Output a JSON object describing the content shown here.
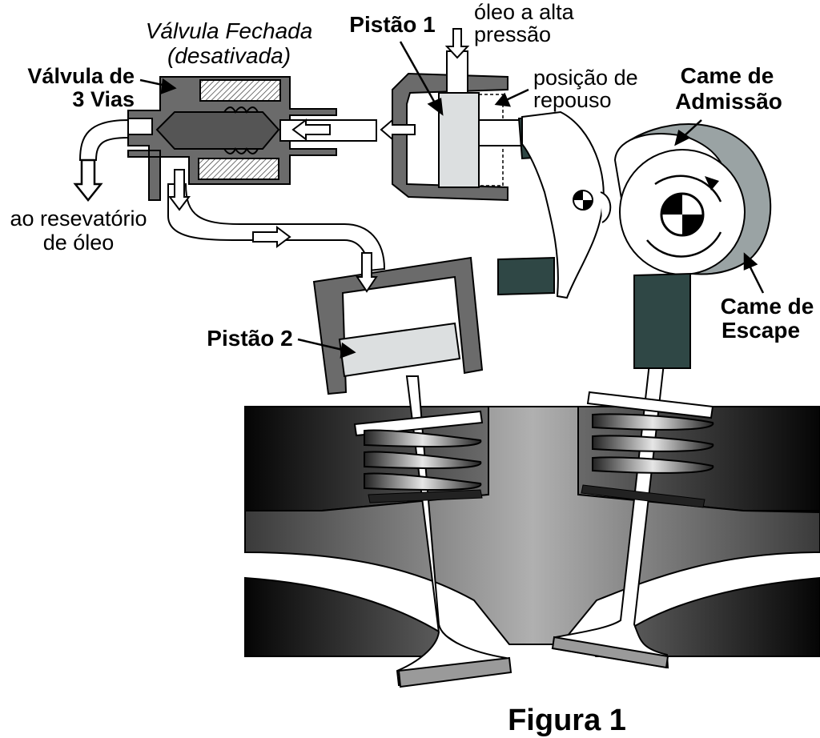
{
  "labels": {
    "valve3_line1": "Válvula de",
    "valve3_line2": "3 Vias",
    "closed_line1": "Válvula Fechada",
    "closed_line2": "(desativada)",
    "piston1": "Pistão 1",
    "oil_line1": "óleo a alta",
    "oil_line2": "pressão",
    "rest_line1": "posição de",
    "rest_line2": "repouso",
    "intake_cam_line1": "Came de",
    "intake_cam_line2": "Admissão",
    "reservoir_line1": "ao resevatório",
    "reservoir_line2": "de óleo",
    "piston2": "Pistão 2",
    "exhaust_cam_line1": "Came de",
    "exhaust_cam_line2": "Escape",
    "figure": "Figura 1"
  },
  "colors": {
    "housing": "#6b6b6b",
    "piston": "#dcdfe0",
    "cam_dark": "#9aa3a4",
    "tappet": "#2f4745",
    "head_dark": "#111111",
    "head_mid": "#8a8a8a"
  }
}
